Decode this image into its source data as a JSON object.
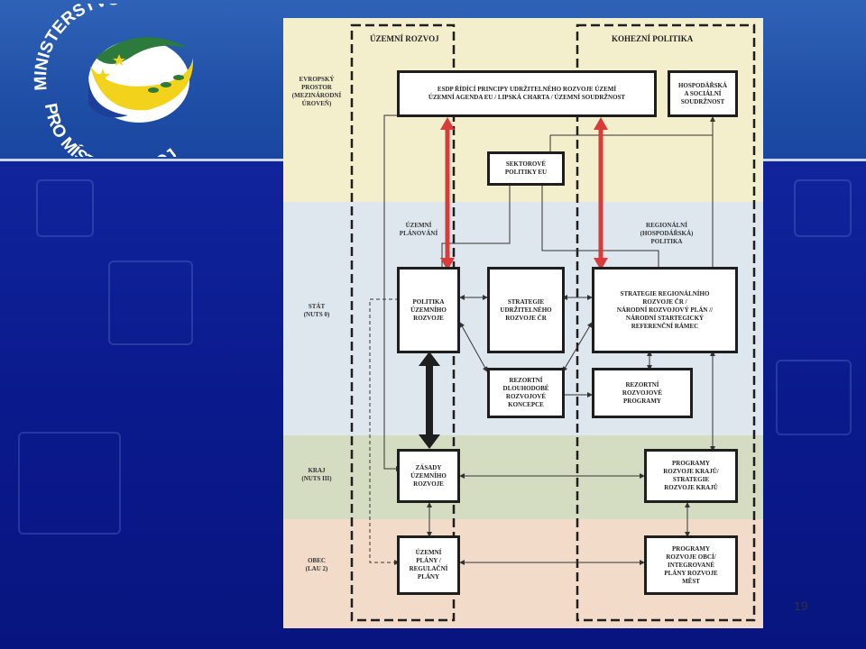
{
  "logo": {
    "text_top": "MINISTERSTVO",
    "text_bottom": "PRO MÍSTNÍ ROZVOJ",
    "colors": {
      "ring": "#2c7a3c",
      "yellow": "#f2d21b",
      "blue": "#1d3f97"
    }
  },
  "slide_number": "19",
  "diagram": {
    "column_headers": {
      "left": "ÚZEMNÍ ROZVOJ",
      "right": "KOHEZNÍ POLITIKA"
    },
    "levels": {
      "eu": [
        "EVROPSKÝ",
        "PROSTOR",
        "(MEZINÁRODNÍ",
        "ÚROVEŇ)"
      ],
      "state": [
        "STÁT",
        "(NUTS 0)"
      ],
      "region": [
        "KRAJ",
        "(NUTS III)"
      ],
      "municipality": [
        "OBEC",
        "(LAU 2)"
      ]
    },
    "boxes": {
      "esdp": [
        "ESDP ŘÍDÍCÍ PRINCIPY UDRŽITELNÉHO ROZVOJE ÚZEMÍ",
        "ÚZEMNÍ AGENDA EU / LIPSKÁ CHARTA / ÚZEMNÍ SOUDRŽNOST"
      ],
      "hosp": [
        "HOSPODÁŘSKÁ",
        "A SOCIÁLNÍ",
        "SOUDRŽNOST"
      ],
      "sekt": [
        "SEKTOROVÉ",
        "POLITIKY EU"
      ],
      "politika": [
        "POLITIKA",
        "ÚZEMNÍHO",
        "ROZVOJE"
      ],
      "strategie_ur": [
        "STRATEGIE",
        "UDRŽITELNÉHO",
        "ROZVOJE ČR"
      ],
      "strategie_reg": [
        "STRATEGIE REGIONÁLNÍHO",
        "ROZVOJE ČR /",
        "NÁRODNÍ ROZVOJOVÝ PLÁN //",
        "NÁRODNÍ STARTEGICKÝ",
        "REFERENČNÍ RÁMEC"
      ],
      "rezortni_koncepce": [
        "REZORTNÍ",
        "DLOUHODOBÉ",
        "ROZVOJOVÉ",
        "KONCEPCE"
      ],
      "rezortni_programy": [
        "REZORTNÍ",
        "ROZVOJOVÉ",
        "PROGRAMY"
      ],
      "zasady": [
        "ZÁSADY",
        "ÚZEMNÍHO",
        "ROZVOJE"
      ],
      "programy_kraju": [
        "PROGRAMY",
        "ROZVOJE KRAJŮ/",
        "STRATEGIE",
        "ROZVOJE KRAJŮ"
      ],
      "uzemni_plany": [
        "ÚZEMNÍ",
        "PLÁNY /",
        "REGULAČNÍ",
        "PLÁNY"
      ],
      "programy_obci": [
        "PROGRAMY",
        "ROZVOJE OBCÍ/",
        "INTEGROVANÉ",
        "PLÁNY ROZVOJE",
        "MĚST"
      ]
    },
    "labels": {
      "uzemni_planovani": [
        "ÚZEMNÍ",
        "PLÁNOVÁNÍ"
      ],
      "regionalni_politika": [
        "REGIONÁLNÍ",
        "(HOSPODÁŘSKÁ)",
        "POLITIKA"
      ]
    },
    "band_colors": {
      "eu": "#f3eecc",
      "state": "#dfe7ee",
      "region": "#d4dcc1",
      "municipality": "#f2dcc9"
    },
    "accent_arrow_color": "#d93a3a"
  }
}
